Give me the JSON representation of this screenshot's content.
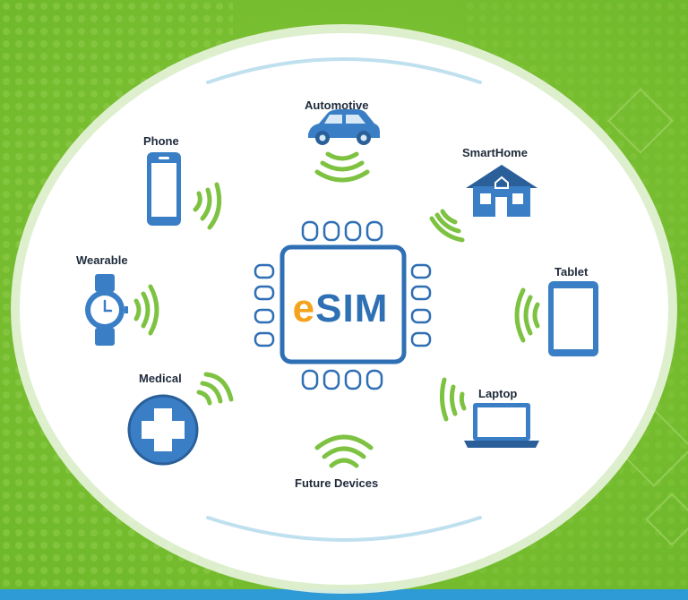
{
  "colors": {
    "green": "#77bf2e",
    "green_dark": "#5aa123",
    "blue": "#3a7fc6",
    "blue_dark": "#2a5f9a",
    "wave": "#7ec242",
    "accent_e": "#f4a41c",
    "bottom_bar": "#2e9bd6"
  },
  "center": {
    "prefix": "e",
    "suffix": "SIM"
  },
  "devices": [
    {
      "id": "automotive",
      "label": "Automotive",
      "icon": "car-icon"
    },
    {
      "id": "smarthome",
      "label": "SmartHome",
      "icon": "house-icon"
    },
    {
      "id": "tablet",
      "label": "Tablet",
      "icon": "tablet-icon"
    },
    {
      "id": "laptop",
      "label": "Laptop",
      "icon": "laptop-icon"
    },
    {
      "id": "future",
      "label": "Future Devices",
      "icon": "wifi-icon"
    },
    {
      "id": "medical",
      "label": "Medical",
      "icon": "medical-cross-icon"
    },
    {
      "id": "wearable",
      "label": "Wearable",
      "icon": "watch-icon"
    },
    {
      "id": "phone",
      "label": "Phone",
      "icon": "phone-icon"
    }
  ]
}
